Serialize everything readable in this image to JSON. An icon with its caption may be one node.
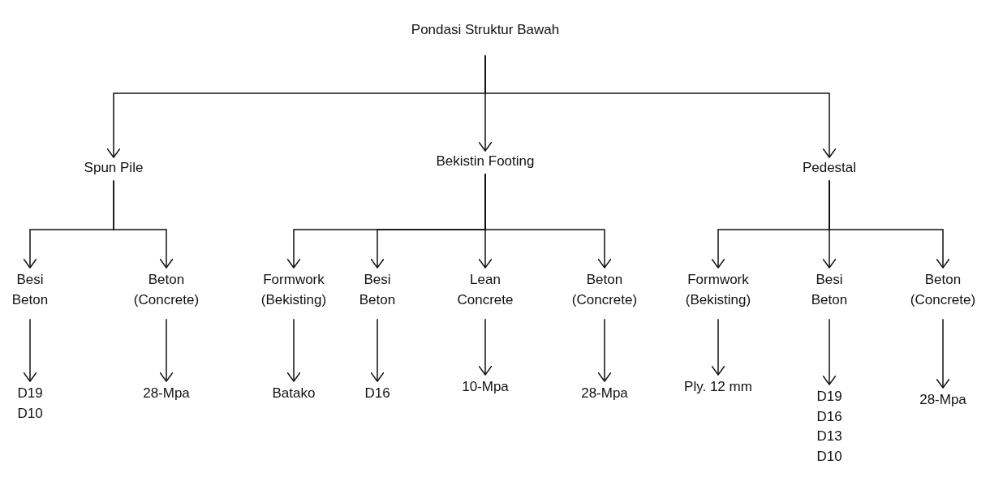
{
  "diagram": {
    "nodes": [
      {
        "text": [
          "Pondasi Struktur Bawah"
        ]
      },
      {
        "text": [
          "Spun Pile"
        ]
      },
      {
        "text": [
          "Bekistin Footing"
        ]
      },
      {
        "text": [
          "Pedestal"
        ]
      },
      {
        "text": [
          "Besi Beton"
        ]
      },
      {
        "text": [
          "Beton (Concrete)"
        ]
      },
      {
        "text": [
          "Formwork (Bekisting)"
        ]
      },
      {
        "text": [
          "Besi Beton"
        ]
      },
      {
        "text": [
          "Lean Concrete"
        ]
      },
      {
        "text": [
          "Beton (Concrete)"
        ]
      },
      {
        "text": [
          "Formwork (Bekisting)"
        ]
      },
      {
        "text": [
          "Besi Beton"
        ]
      },
      {
        "text": [
          "Beton (Concrete)"
        ]
      },
      {
        "text": [
          "D19 D10"
        ]
      },
      {
        "text": [
          "28-Mpa"
        ]
      },
      {
        "text": [
          "Batako"
        ]
      },
      {
        "text": [
          "D16"
        ]
      },
      {
        "text": [
          "10-Mpa"
        ]
      },
      {
        "text": [
          "28-Mpa"
        ]
      },
      {
        "text": [
          "Ply. 12 mm"
        ]
      },
      {
        "text": [
          "D19 D16 D13 D10"
        ]
      },
      {
        "text": [
          "28-Mpa"
        ]
      }
    ],
    "edges": [
      {
        "from": 0,
        "to": 1,
        "arrow": "to"
      },
      {
        "from": 0,
        "to": 2,
        "arrow": "to"
      },
      {
        "from": 0,
        "to": 3,
        "arrow": "to"
      },
      {
        "from": 1,
        "to": 4,
        "arrow": "to"
      },
      {
        "from": 1,
        "to": 5,
        "arrow": "to"
      },
      {
        "from": 2,
        "to": 6,
        "arrow": "to"
      },
      {
        "from": 2,
        "to": 7,
        "arrow": "to"
      },
      {
        "from": 2,
        "to": 8,
        "arrow": "to"
      },
      {
        "from": 2,
        "to": 9,
        "arrow": "to"
      },
      {
        "from": 3,
        "to": 10,
        "arrow": "to"
      },
      {
        "from": 3,
        "to": 11,
        "arrow": "to"
      },
      {
        "from": 3,
        "to": 12,
        "arrow": "to"
      },
      {
        "from": 4,
        "to": 13,
        "arrow": "to"
      },
      {
        "from": 5,
        "to": 14,
        "arrow": "to"
      },
      {
        "from": 6,
        "to": 15,
        "arrow": "to"
      },
      {
        "from": 7,
        "to": 16,
        "arrow": "to"
      },
      {
        "from": 8,
        "to": 17,
        "arrow": "to"
      },
      {
        "from": 9,
        "to": 18,
        "arrow": "to"
      },
      {
        "from": 10,
        "to": 19,
        "arrow": "to"
      },
      {
        "from": 11,
        "to": 20,
        "arrow": "to"
      },
      {
        "from": 12,
        "to": 21,
        "arrow": "to"
      }
    ]
  }
}
